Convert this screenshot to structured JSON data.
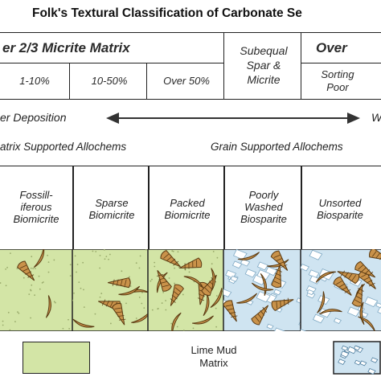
{
  "title": "Folk's Textural Classification of Carbonate Se",
  "header": {
    "micrite_matrix": "er 2/3 Micrite Matrix",
    "subequal_line1": "Subequal",
    "subequal_line2": "Spar &",
    "subequal_line3": "Micrite",
    "over": "Over",
    "pct_1": "1-10%",
    "pct_2": "10-50%",
    "pct_3": "Over 50%",
    "sorting": "Sorting",
    "poor": "Poor"
  },
  "arrow_row": {
    "left": "er Deposition",
    "right": "W"
  },
  "support": {
    "matrix": "atrix Supported Allochems",
    "grain": "Grain Supported Allochems"
  },
  "rocks": [
    {
      "line1": "Fossill-",
      "line2": "iferous",
      "line3": "Biomicrite"
    },
    {
      "line1": "Sparse",
      "line2": "Biomicrite",
      "line3": ""
    },
    {
      "line1": "Packed",
      "line2": "Biomicrite",
      "line3": ""
    },
    {
      "line1": "Poorly",
      "line2": "Washed",
      "line3": "Biosparite"
    },
    {
      "line1": "Unsorted",
      "line2": "Biosparite",
      "line3": ""
    }
  ],
  "legend": {
    "lime_mud_line1": "Lime Mud",
    "lime_mud_line2": "Matrix"
  },
  "colors": {
    "lime_mud": "#d3e5a6",
    "spar": "#cfe4f1",
    "shell": "#c9924a",
    "shell_dark": "#5a3a12",
    "border": "#222222"
  }
}
